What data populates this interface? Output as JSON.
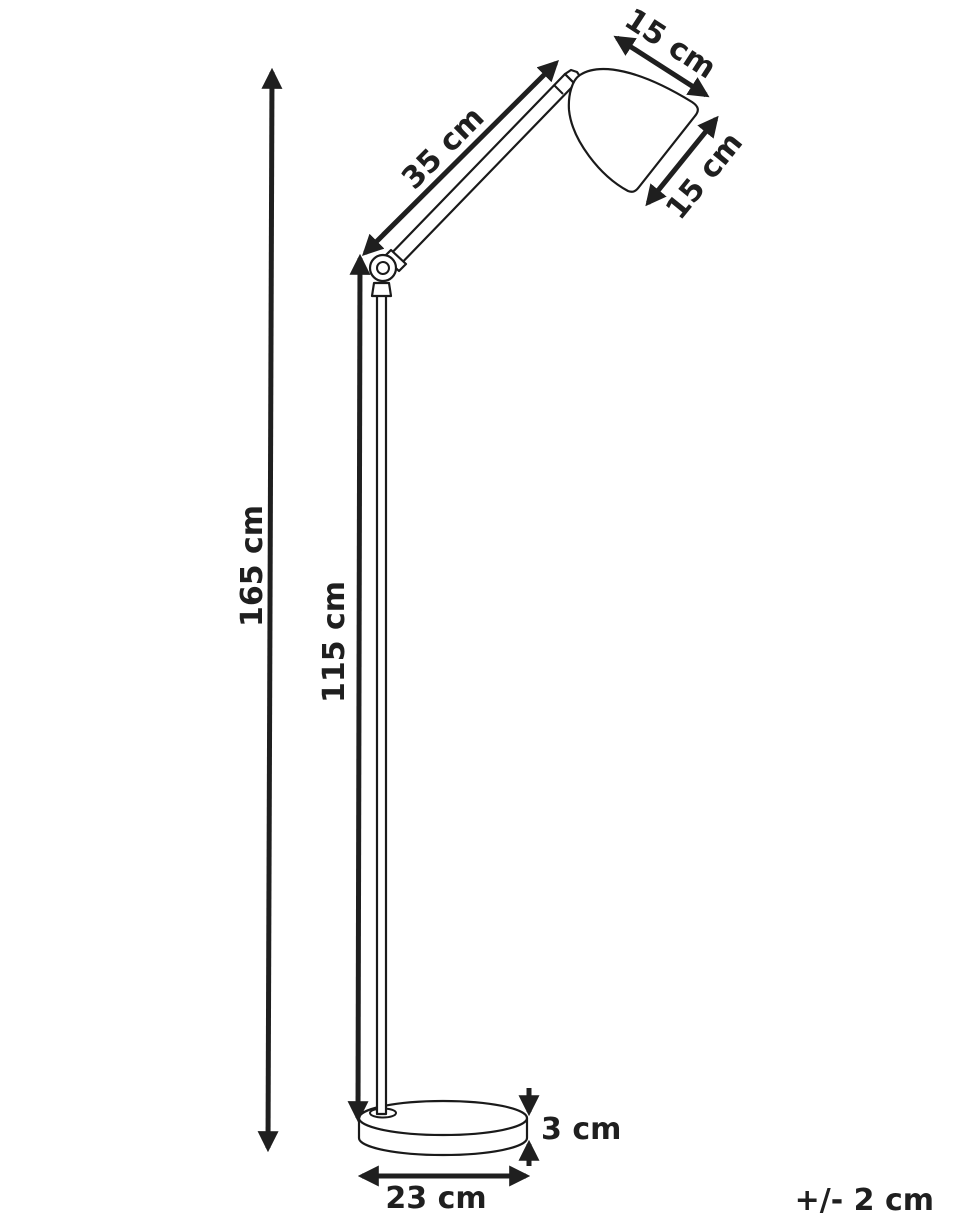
{
  "diagram": {
    "subject": "Floor lamp dimensions",
    "colors": {
      "line": "#1a1a1a",
      "text": "#1f1f1f",
      "background": "#ffffff"
    },
    "dimensions": {
      "total_height": {
        "label": "165 cm",
        "value": 165,
        "unit": "cm"
      },
      "pole_height": {
        "label": "115 cm",
        "value": 115,
        "unit": "cm"
      },
      "arm_length": {
        "label": "35 cm",
        "value": 35,
        "unit": "cm"
      },
      "shade_length": {
        "label": "15 cm",
        "value": 15,
        "unit": "cm"
      },
      "shade_diameter": {
        "label": "15 cm",
        "value": 15,
        "unit": "cm"
      },
      "base_height": {
        "label": "3 cm",
        "value": 3,
        "unit": "cm"
      },
      "base_diameter": {
        "label": "23 cm",
        "value": 23,
        "unit": "cm"
      }
    },
    "tolerance": {
      "label": "+/- 2 cm"
    }
  }
}
